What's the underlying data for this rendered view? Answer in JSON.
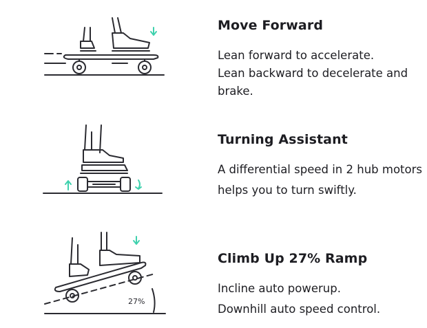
{
  "features": [
    {
      "title": "Move Forward",
      "lines": [
        "Lean forward to accelerate.",
        "Lean backward to decelerate and",
        "brake."
      ],
      "icon": "skateboard-forward-illustration"
    },
    {
      "title": "Turning Assistant",
      "lines": [
        "A differential speed in 2 hub motors",
        "helps you to turn swiftly."
      ],
      "icon": "skateboard-turning-illustration"
    },
    {
      "title": "Climb Up 27% Ramp",
      "lines": [
        "Incline auto powerup.",
        "Downhill auto speed control."
      ],
      "icon": "skateboard-ramp-illustration",
      "ramp_label": "27%"
    }
  ],
  "colors": {
    "stroke": "#2a2a30",
    "accent": "#3fd1ad",
    "text": "#1d1d22"
  }
}
